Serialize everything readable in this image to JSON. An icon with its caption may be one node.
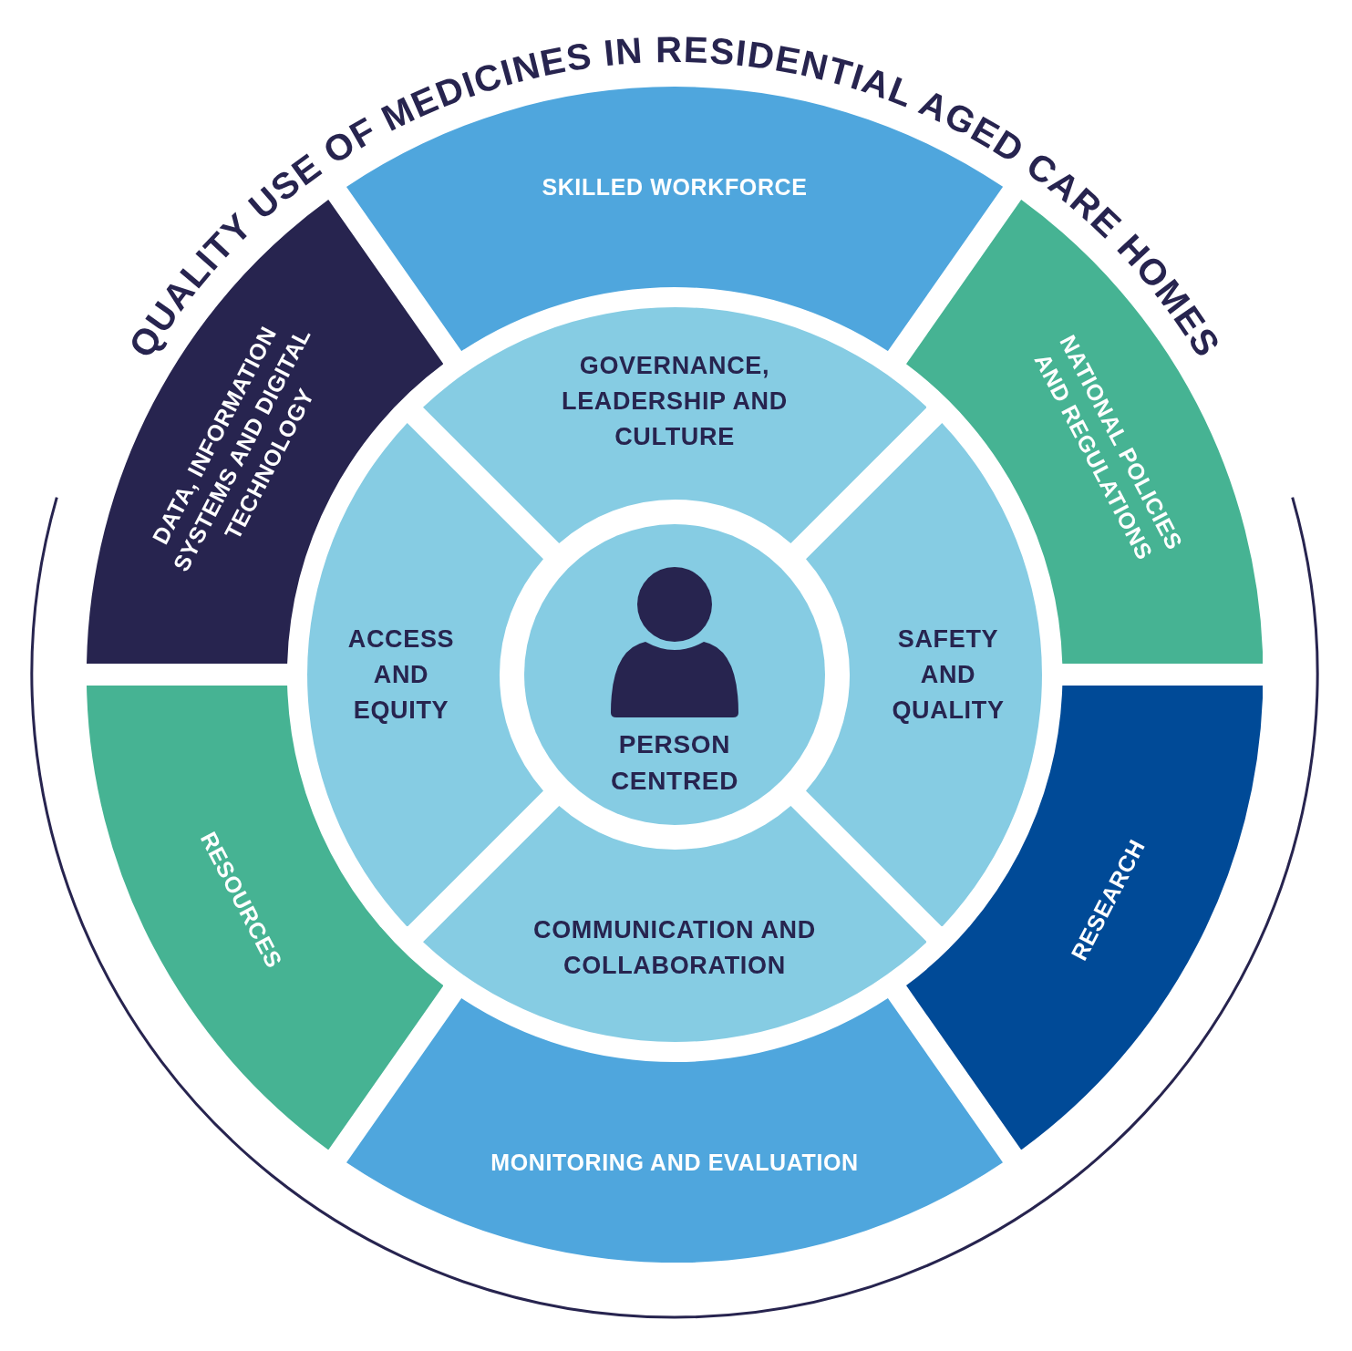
{
  "diagram": {
    "title": "QUALITY USE OF MEDICINES IN RESIDENTIAL AGED CARE HOMES",
    "nodes": [
      {
        "text": [
          "SKILLED WORKFORCE"
        ]
      },
      {
        "text": [
          "DATA, INFORMATION SYSTEMS AND DIGITAL TECHNOLOGY"
        ]
      },
      {
        "text": [
          "NATIONAL POLICIES AND REGULATIONS"
        ]
      },
      {
        "text": [
          "GOVERNANCE, LEADERSHIP AND CULTURE"
        ]
      },
      {
        "text": [
          "ACCESS AND EQUITY"
        ]
      },
      {
        "text": [
          "SAFETY AND QUALITY"
        ]
      },
      {
        "text": [
          "PERSON CENTRED"
        ]
      },
      {
        "text": [
          "COMMUNICATION AND COLLABORATION"
        ]
      },
      {
        "text": [
          "RESOURCES"
        ]
      },
      {
        "text": [
          "RESEARCH"
        ]
      },
      {
        "text": [
          "MONITORING AND EVALUATION"
        ]
      }
    ]
  }
}
